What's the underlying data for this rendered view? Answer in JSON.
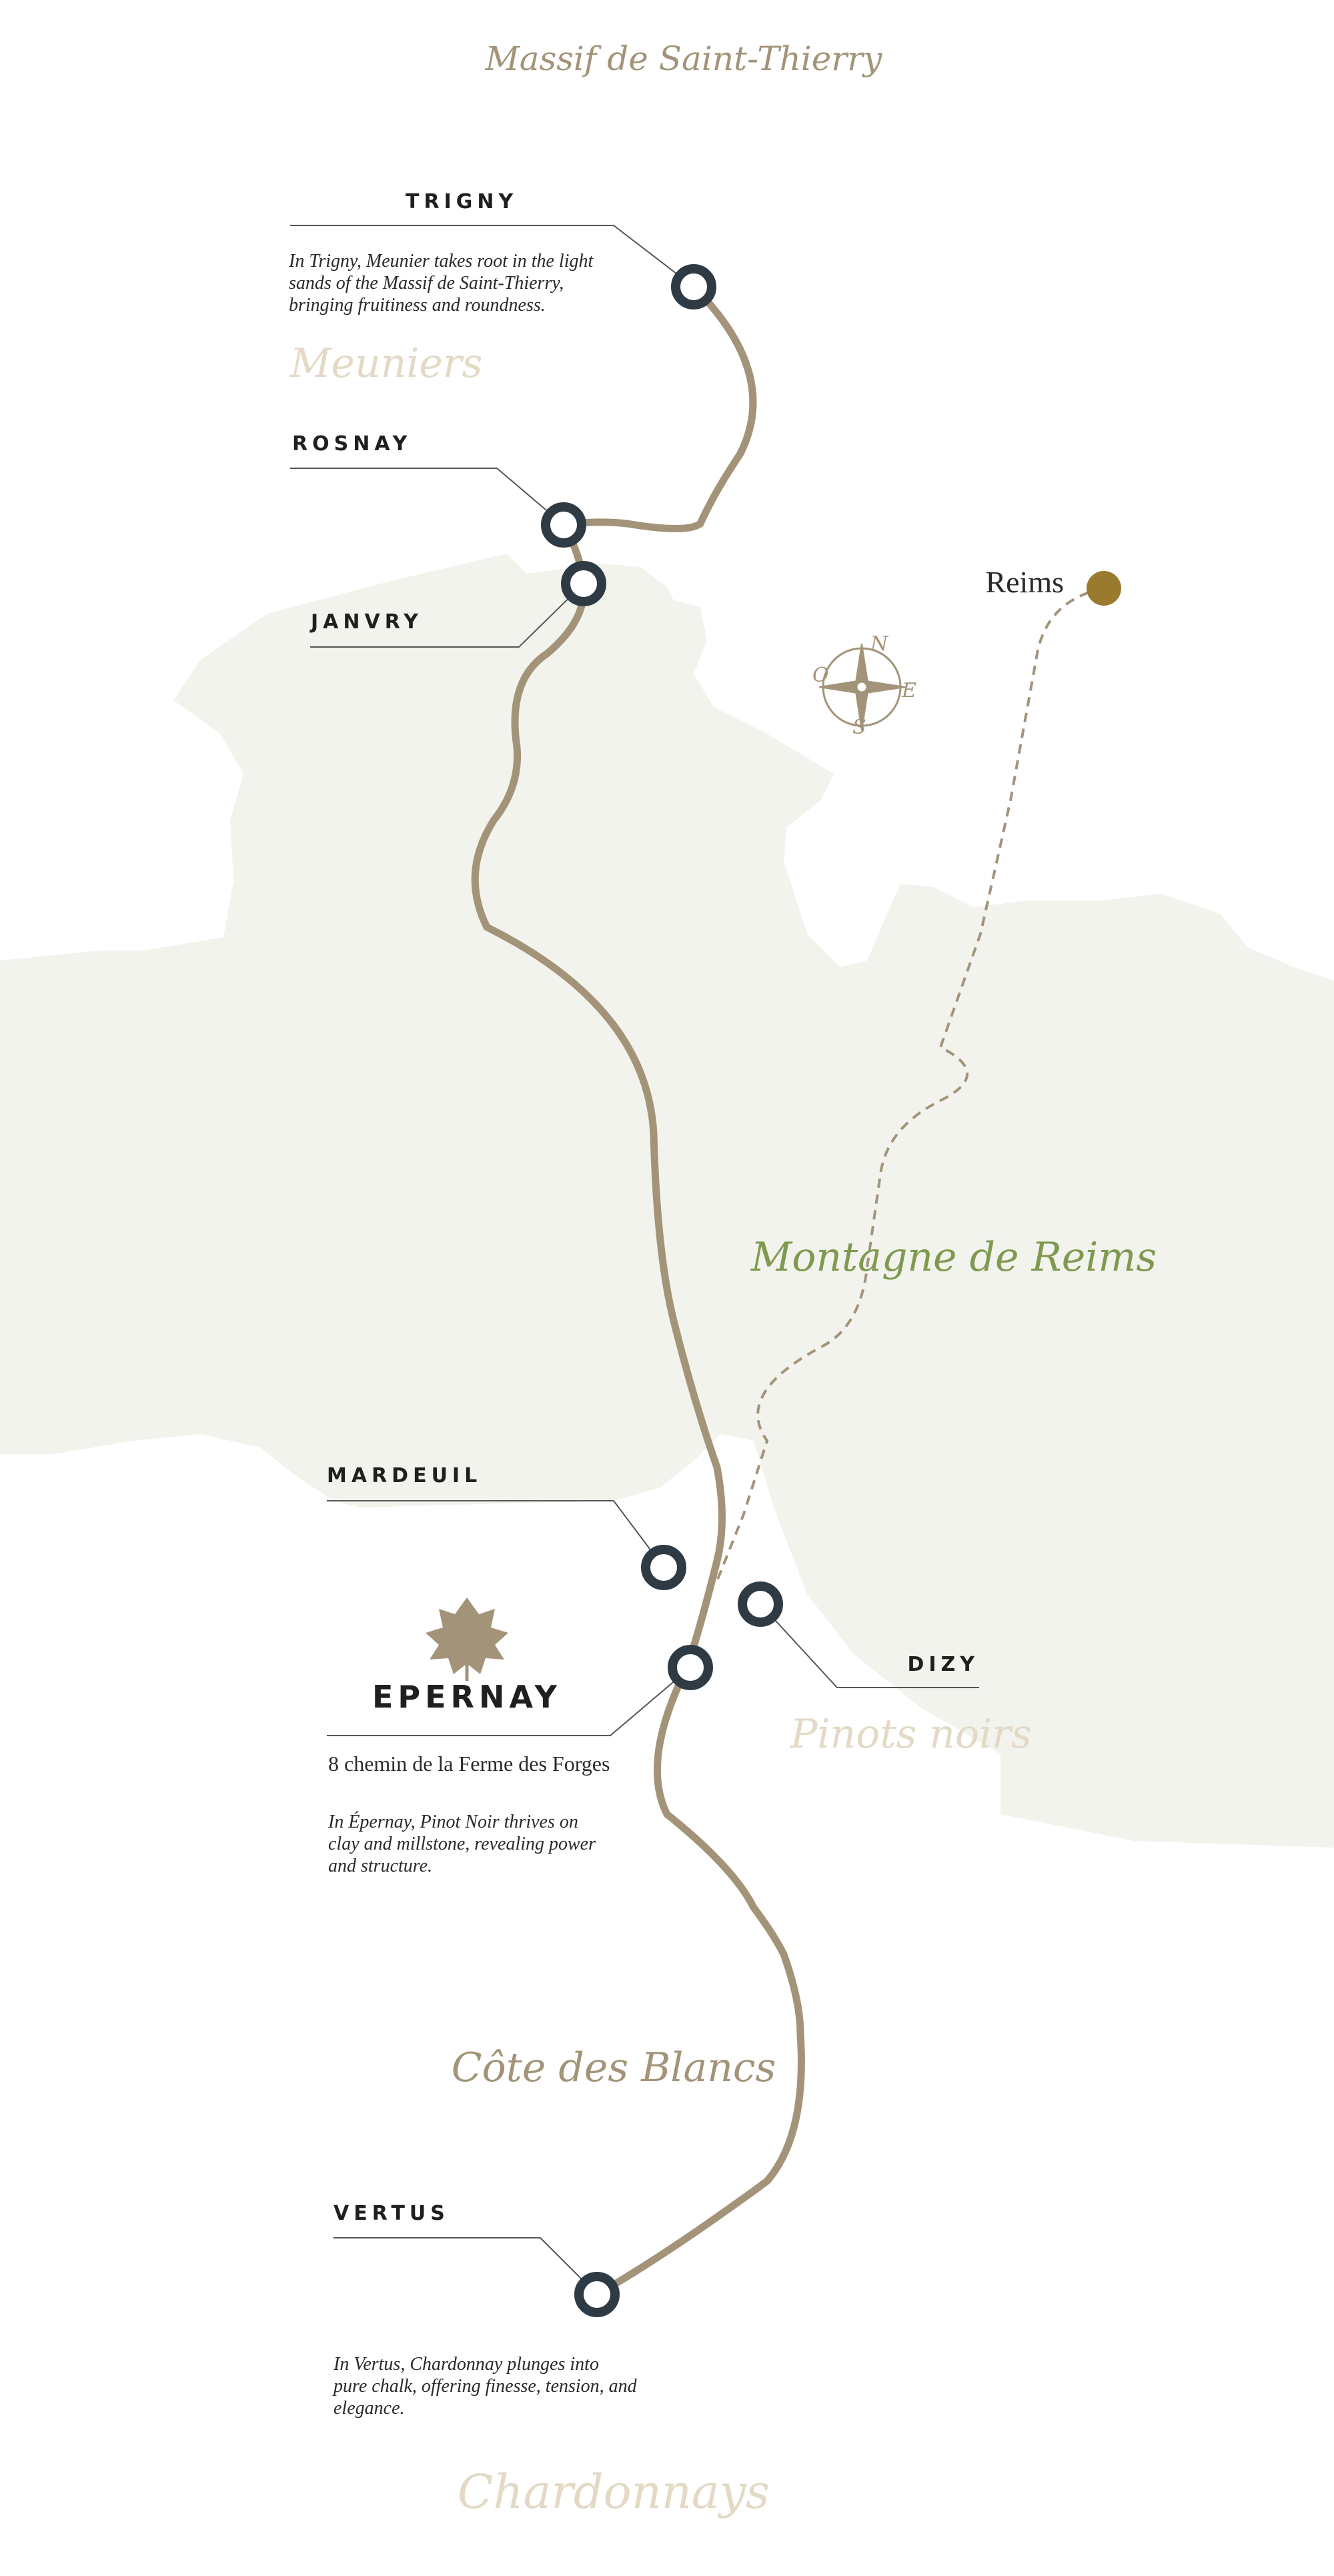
{
  "regions": {
    "massif": "Massif de Saint-Thierry",
    "montagne": "Montagne de Reims",
    "cote": "Côte des Blancs"
  },
  "grape_labels": {
    "meuniers": "Meuniers",
    "pinots": "Pinots noirs",
    "chardonnays": "Chardonnays"
  },
  "city": {
    "name": "Reims",
    "color": "#9a7a2e"
  },
  "compass": {
    "n": "N",
    "e": "E",
    "s": "S",
    "o": "O"
  },
  "villages": {
    "trigny": "TRIGNY",
    "rosnay": "ROSNAY",
    "janvry": "JANVRY",
    "mardeuil": "MARDEUIL",
    "dizy": "DIZY",
    "epernay": "EPERNAY",
    "vertus": "VERTUS"
  },
  "descriptions": {
    "trigny": [
      "In Trigny, Meunier takes root in the light",
      "sands of the Massif de Saint-Thierry,",
      "bringing fruitiness and roundness."
    ],
    "epernay": [
      "In Épernay, Pinot Noir thrives on",
      "clay and millstone, revealing power",
      "and structure."
    ],
    "vertus": [
      "In Vertus, Chardonnay plunges into",
      "pure chalk, offering finesse, tension, and",
      "elegance."
    ]
  },
  "address": "8 chemin de la Ferme des Forges",
  "colors": {
    "route": "#a39479",
    "node_stroke": "#2e3a44",
    "land": "#f3f3ee",
    "region_green": "#7f9a4f",
    "region_tan": "#a39479",
    "grape_label": "#e3d9c5",
    "leaf": "#a39479"
  },
  "icons": {
    "leaf": "vine-leaf-icon",
    "compass": "compass-rose-icon"
  }
}
